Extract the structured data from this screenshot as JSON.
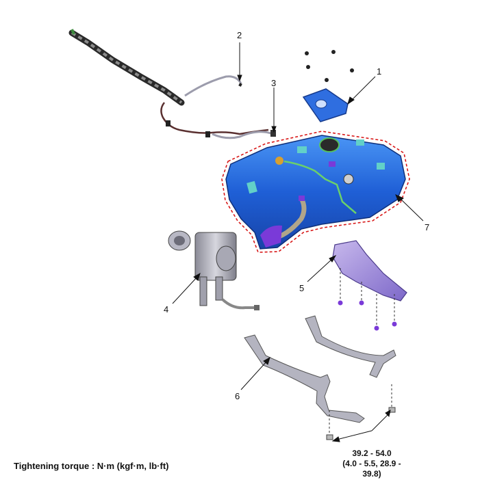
{
  "callouts": {
    "c1": "1",
    "c2": "2",
    "c3": "3",
    "c4": "4",
    "c5": "5",
    "c6": "6",
    "c7": "7"
  },
  "footer": {
    "tightening_label": "Tightening torque : N·m (kgf·m, lb·ft)"
  },
  "torque_spec": {
    "range_nm": "39.2 - 54.0",
    "range_other": "(4.0 - 5.5, 28.9 - 39.8)"
  },
  "colors": {
    "tank_blue": "#1f5fd6",
    "tank_highlight": "#3f8bf0",
    "outline_red": "#d81818",
    "purple": "#7a3ad8",
    "strap_gray": "#9a9aa6",
    "wire_dark": "#3a2a2a"
  }
}
